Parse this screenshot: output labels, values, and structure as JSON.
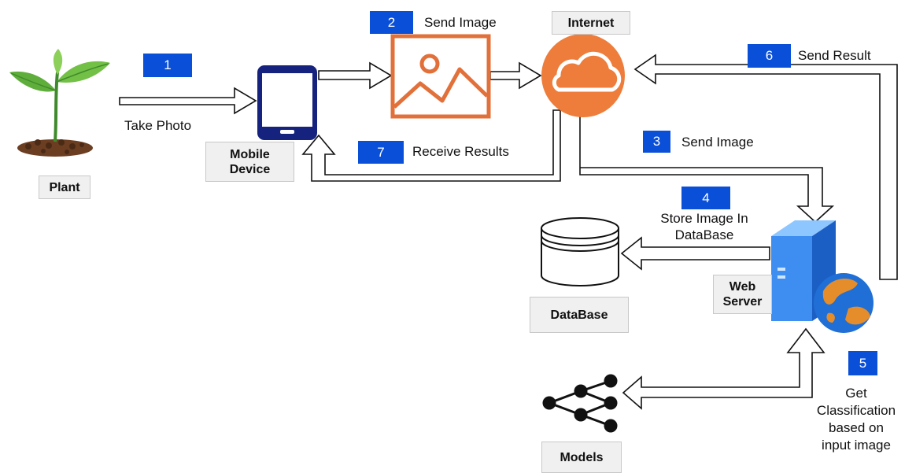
{
  "steps": {
    "s1": {
      "num": "1",
      "text": "Take Photo"
    },
    "s2": {
      "num": "2",
      "text": "Send Image"
    },
    "s3": {
      "num": "3",
      "text": "Send Image"
    },
    "s4": {
      "num": "4",
      "line1": "Store Image In",
      "line2": "DataBase"
    },
    "s5": {
      "num": "5",
      "lines": [
        "Get",
        "Classification",
        "based on",
        "input image"
      ]
    },
    "s6": {
      "num": "6",
      "text": "Send Result"
    },
    "s7": {
      "num": "7",
      "text": "Receive Results"
    }
  },
  "nodes": {
    "plant": "Plant",
    "mobile": [
      "Mobile",
      "Device"
    ],
    "internet": "Internet",
    "database": "DataBase",
    "web_server": [
      "Web",
      "Server"
    ],
    "models": "Models"
  },
  "icons": {
    "plant": "plant-seedling-icon",
    "mobile": "smartphone-icon",
    "image": "image-icon",
    "internet": "cloud-icon",
    "database": "database-cylinder-icon",
    "web_server": "server-globe-icon",
    "models": "neural-network-icon"
  },
  "colors": {
    "badge": "#0a4fd8",
    "image_icon": "#e2703a",
    "cloud": "#ee7d3b",
    "phone": "#16237e",
    "server": "#2e7fe0",
    "globe": "#e58d2a"
  }
}
